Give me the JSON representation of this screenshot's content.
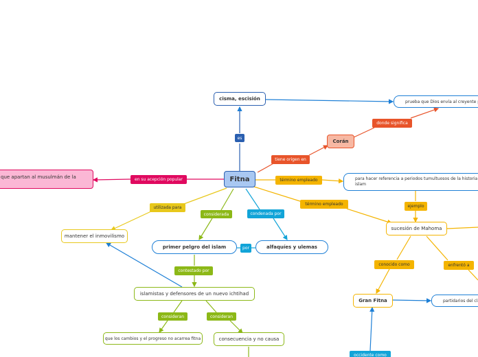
{
  "colors": {
    "blue": "#1d7fd6",
    "darkblue": "#2a5fb0",
    "orange": "#f4b400",
    "redorange": "#e8542a",
    "green": "#8cb817",
    "pink": "#e0095f",
    "yellow": "#e8c81b",
    "cyan": "#12a4d8"
  },
  "nodes": {
    "fitna": "Fitna",
    "cisma": "cisma, escisión",
    "prueba": "prueba que Dios envía al creyente para",
    "coran": "Corán",
    "apartan": "que apartan al musulmán de la",
    "periodos": "para hacer referencia a periodos tumultuosos de la historia del islam",
    "inmovilismo": "mantener el inmovilismo",
    "primer_peligro": "primer pelgro del islam",
    "alfaquies": "alfaquíes y ulemas",
    "sucesion": "sucesión de Mahoma",
    "islamistas": "islamistas y defensores de un nuevo ichtihad",
    "gran_fitna": "Gran Fitna",
    "partidarios": "partidarios del cla",
    "cambios": "que los cambios y el progreso no acarrea fitna",
    "consecuencia": "consecuencia y no causa"
  },
  "labels": {
    "es": "es",
    "tiene_origen": "tiene origen en",
    "donde_significa": "donde significa",
    "acepcion_popular": "en su acepción popular",
    "termino1": "término empleado",
    "termino2": "término empleado",
    "utilizada_para": "utilizada para",
    "considerada": "considerada",
    "condenada_por": "condenada por",
    "ejemplo": "ejemplo",
    "por": "por",
    "contestado_por": "contestado por",
    "conocido_como": "conocido como",
    "enfrento_a": "enfrentó a",
    "consideran1": "consideran",
    "consideran2": "consideran",
    "occidente_como": "occidente como"
  }
}
